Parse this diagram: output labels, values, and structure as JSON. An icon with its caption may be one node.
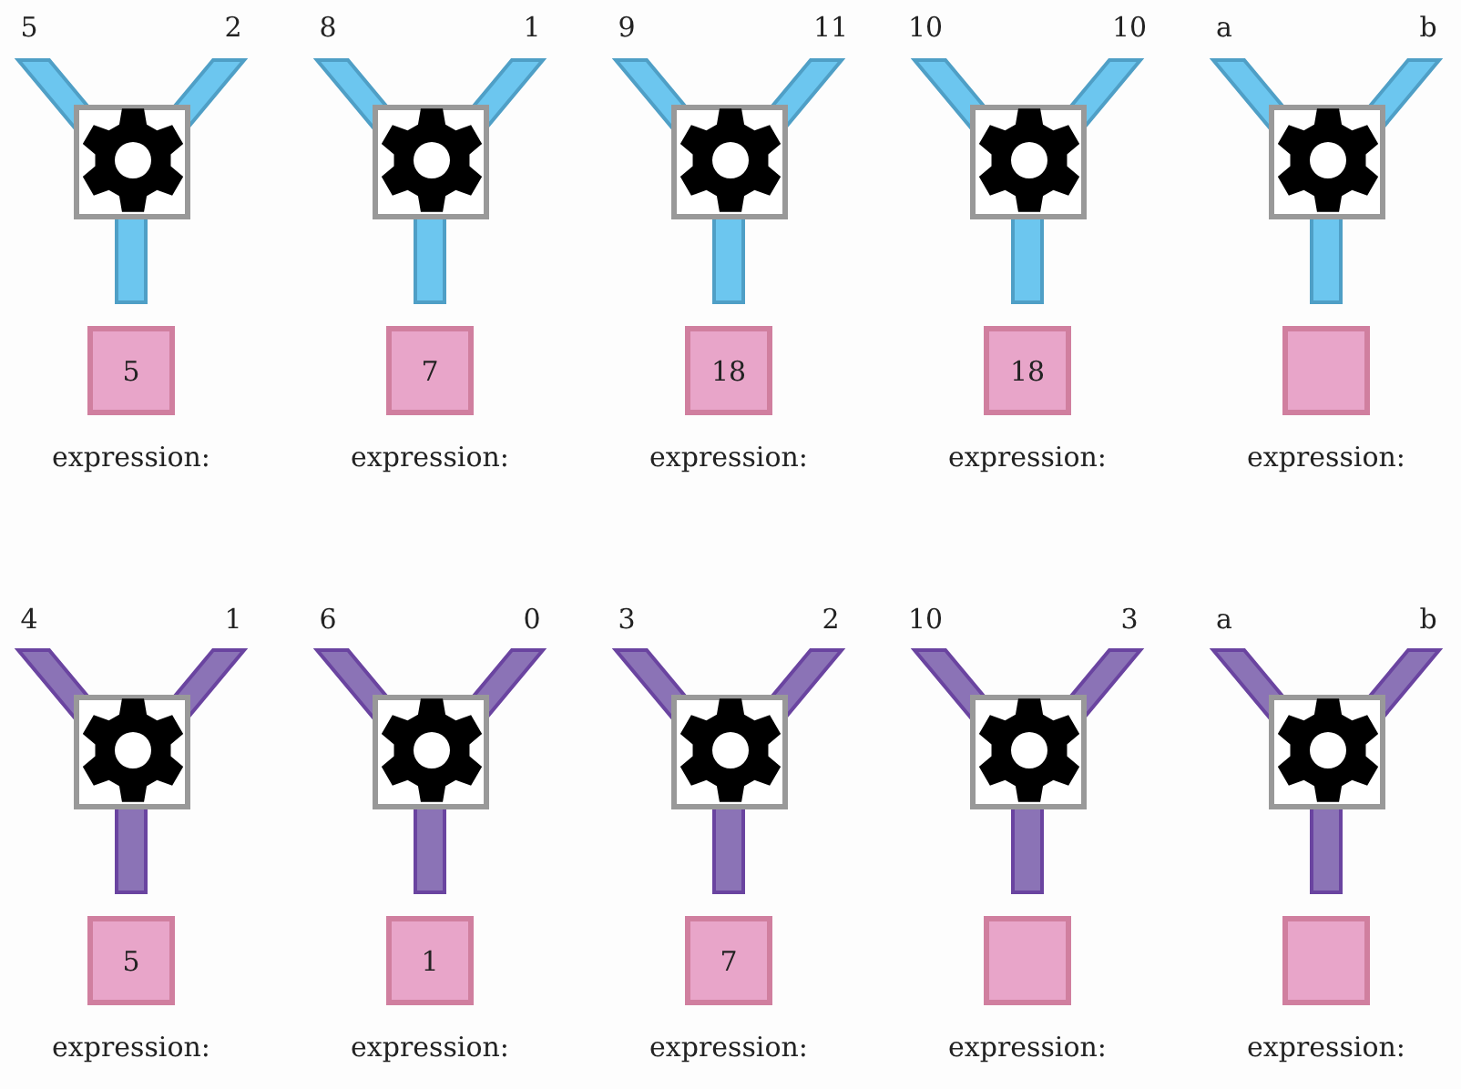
{
  "diagram": {
    "nodes": [
      {
        "text": [
          "5"
        ],
        "beside": [
          "expression:"
        ]
      },
      {
        "text": [
          "7"
        ],
        "beside": [
          "expression:"
        ]
      },
      {
        "text": [
          "18"
        ],
        "beside": [
          "expression:"
        ]
      },
      {
        "text": [
          "18"
        ],
        "beside": [
          "expression:"
        ]
      },
      {
        "text": [],
        "shape": "box",
        "beside": [
          "expression:"
        ]
      },
      {
        "text": [
          "5"
        ],
        "beside": [
          "expression:"
        ]
      },
      {
        "text": [
          "1"
        ],
        "beside": [
          "expression:"
        ]
      },
      {
        "text": [
          "7"
        ],
        "beside": [
          "expression:"
        ]
      },
      {
        "text": [],
        "shape": "box",
        "beside": [
          "expression:"
        ]
      },
      {
        "text": [],
        "shape": "box",
        "beside": [
          "expression:"
        ]
      }
    ],
    "labels": [
      "5",
      "2",
      "8",
      "1",
      "9",
      "11",
      "10",
      "10",
      "a",
      "b",
      "4",
      "1",
      "6",
      "0",
      "3",
      "2",
      "10",
      "3",
      "a",
      "b"
    ]
  }
}
